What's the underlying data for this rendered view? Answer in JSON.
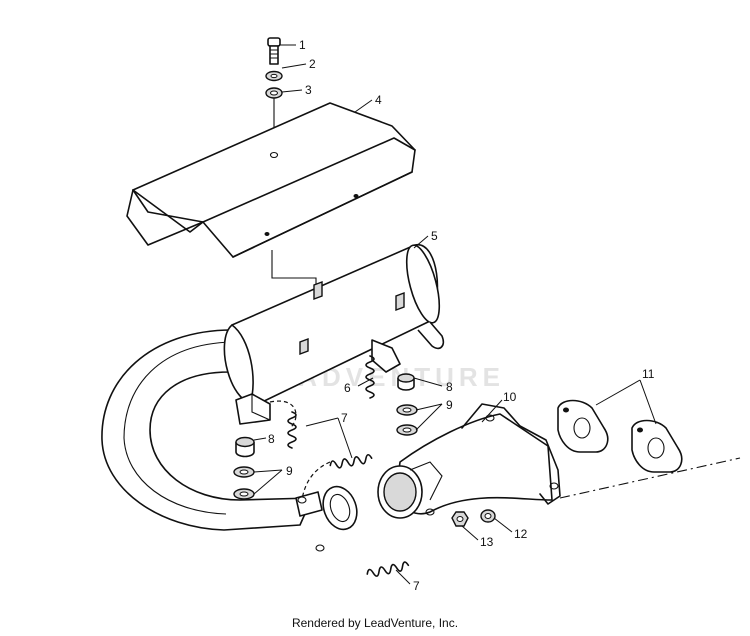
{
  "watermark": "LEADVENTURE",
  "footer": "Rendered by LeadVenture, Inc.",
  "callouts": {
    "c1": "1",
    "c2": "2",
    "c3": "3",
    "c4": "4",
    "c5": "5",
    "c6": "6",
    "c7a": "7",
    "c7b": "7",
    "c8a": "8",
    "c8b": "8",
    "c9a": "9",
    "c9b": "9",
    "c10": "10",
    "c11": "11",
    "c12": "12",
    "c13": "13"
  }
}
